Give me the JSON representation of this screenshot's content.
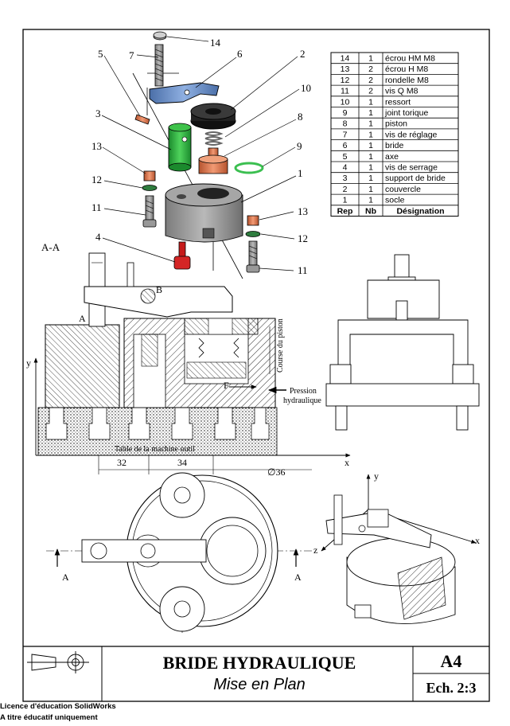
{
  "title_block": {
    "title": "BRIDE HYDRAULIQUE",
    "subtitle": "Mise en Plan",
    "format": "A4",
    "scale": "Ech. 2:3"
  },
  "license": {
    "line1": "Licence d'éducation SolidWorks",
    "line2": "A titre éducatif uniquement"
  },
  "bom": {
    "headers": [
      "Rep",
      "Nb",
      "Désignation"
    ],
    "rows": [
      [
        "14",
        "1",
        "écrou HM M8"
      ],
      [
        "13",
        "2",
        "écrou H M8"
      ],
      [
        "12",
        "2",
        "rondelle M8"
      ],
      [
        "11",
        "2",
        "vis Q M8"
      ],
      [
        "10",
        "1",
        "ressort"
      ],
      [
        "9",
        "1",
        "joint torique"
      ],
      [
        "8",
        "1",
        "piston"
      ],
      [
        "7",
        "1",
        "vis de réglage"
      ],
      [
        "6",
        "1",
        "bride"
      ],
      [
        "5",
        "1",
        "axe"
      ],
      [
        "4",
        "1",
        "vis de serrage"
      ],
      [
        "3",
        "1",
        "support de bride"
      ],
      [
        "2",
        "1",
        "couvercle"
      ],
      [
        "1",
        "1",
        "socle"
      ]
    ]
  },
  "callouts": {
    "c14": "14",
    "c7": "7",
    "c5": "5",
    "c6": "6",
    "c2": "2",
    "c10": "10",
    "c3": "3",
    "c8": "8",
    "c13a": "13",
    "c9": "9",
    "c1": "1",
    "c12a": "12",
    "c11a": "11",
    "c13b": "13",
    "c12b": "12",
    "c4": "4",
    "c11b": "11"
  },
  "section": {
    "label": "A-A",
    "point_a": "A",
    "point_b": "B",
    "point_f": "F",
    "y_axis": "y",
    "x_axis": "x",
    "stroke_label": "Course du piston",
    "pressure_label_1": "Pression",
    "pressure_label_2": "hydraulique",
    "table_label": "Table de la machine outil",
    "dim_32": "32",
    "dim_34": "34",
    "dim_36": "∅36"
  },
  "plan": {
    "cut_a_left": "A",
    "cut_a_right": "A"
  },
  "iso": {
    "y_axis": "y",
    "x_axis": "x",
    "z_axis": "z"
  }
}
